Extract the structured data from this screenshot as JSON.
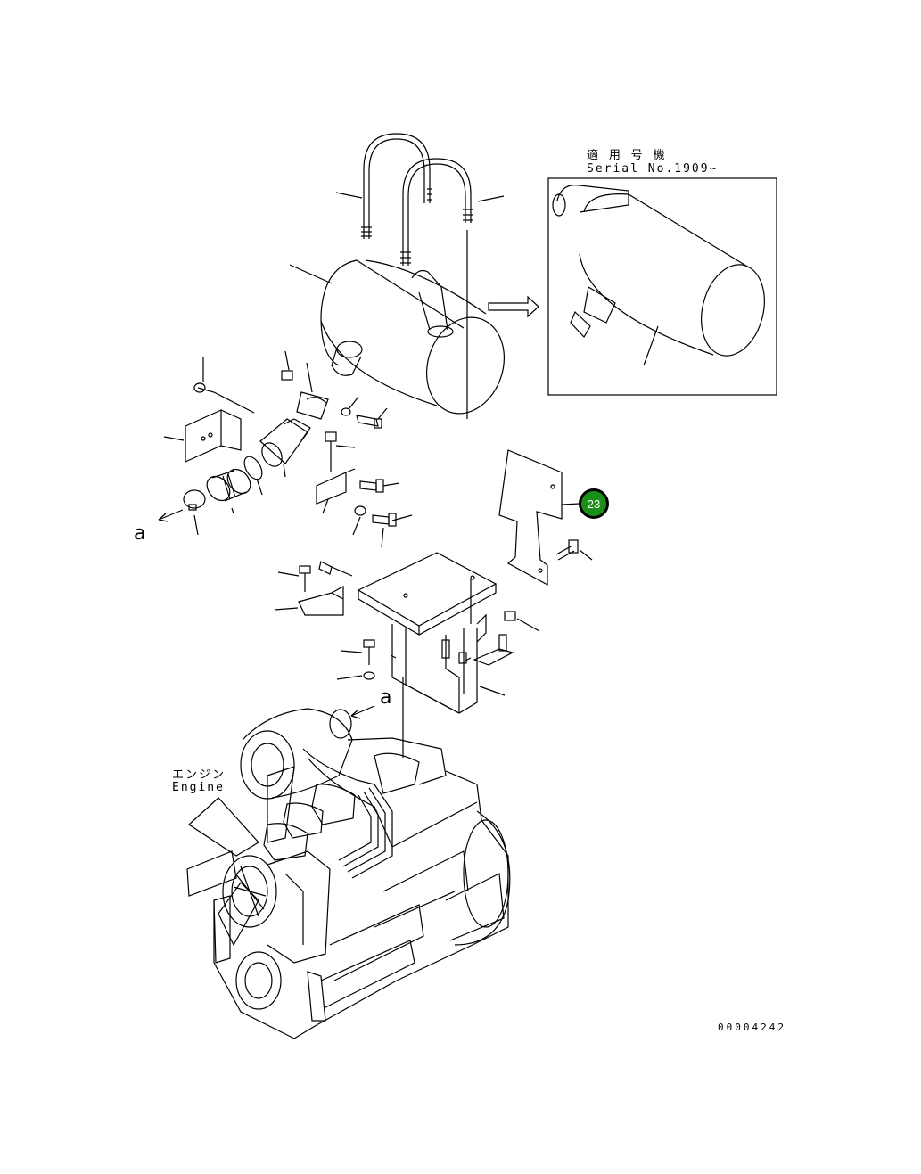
{
  "serial_note": {
    "title": "適 用 号 機",
    "serial": "Serial No.1909~"
  },
  "engine_label": {
    "jp": "エンジン",
    "en": "Engine"
  },
  "view_marks": {
    "a1": "a",
    "a2": "a"
  },
  "callout": {
    "number": "23",
    "color": "#1a8f1a"
  },
  "drawing_code": "00004242"
}
